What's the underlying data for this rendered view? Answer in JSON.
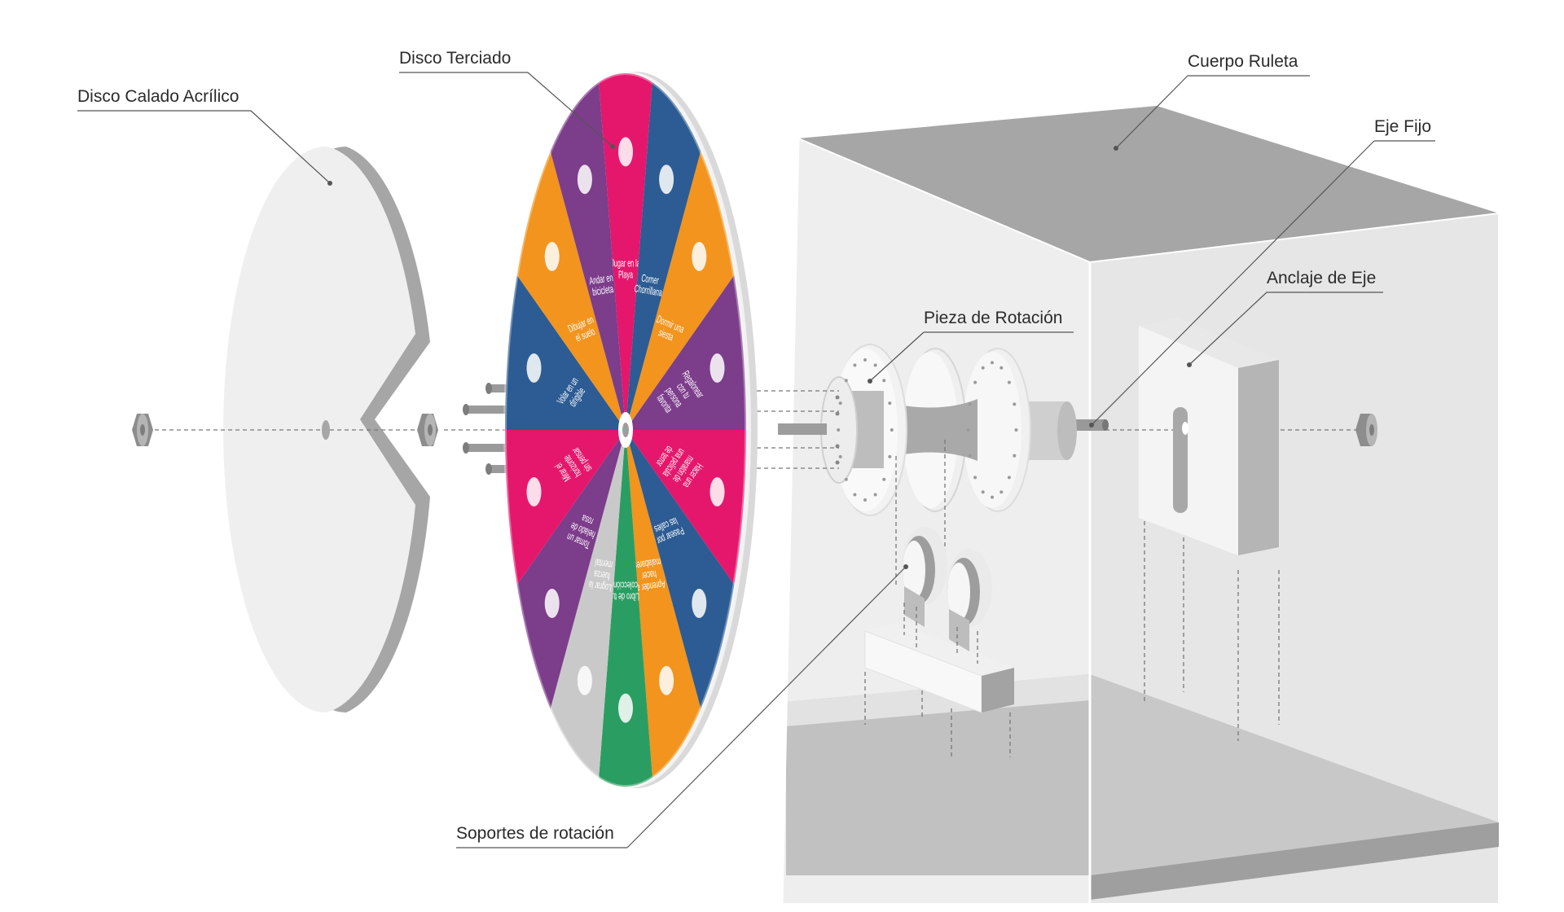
{
  "labels": {
    "disco_calado": "Disco Calado Acrílico",
    "disco_terciado": "Disco Terciado",
    "cuerpo_ruleta": "Cuerpo Ruleta",
    "eje_fijo": "Eje Fijo",
    "anclaje_eje": "Anclaje de Eje",
    "pieza_rotacion": "Pieza de Rotación",
    "soportes_rotacion": "Soportes de rotación"
  },
  "wheel": {
    "segments": [
      {
        "text": "Jugar en la Playa",
        "color": "#e5176c"
      },
      {
        "text": "Comer Chorrillana",
        "color": "#2c5c93"
      },
      {
        "text": "Dormir una siesta",
        "color": "#f2941d"
      },
      {
        "text": "Regalonear con tu persona favorita",
        "color": "#7c3d8b"
      },
      {
        "text": "Hacer una maratón de una película de terror",
        "color": "#e5176c"
      },
      {
        "text": "Pasear por las calles",
        "color": "#2c5c93"
      },
      {
        "text": "Aprender a hacer malabares",
        "color": "#f2941d"
      },
      {
        "text": "Libro de tu colección",
        "color": "#2a9e62"
      },
      {
        "text": "Lograr la fuerza mental",
        "color": "#c9c9c9"
      },
      {
        "text": "Tomar un helado de rosa",
        "color": "#7c3d8b"
      },
      {
        "text": "Mirar el horizonte sin pensar",
        "color": "#e5176c"
      },
      {
        "text": "Volar en un dirigible",
        "color": "#2c5c93"
      },
      {
        "text": "Dibujar en el suelo",
        "color": "#f2941d"
      },
      {
        "text": "Andar en bicicleta",
        "color": "#7c3d8b"
      }
    ]
  },
  "colors": {
    "light_gray": "#ececec",
    "mid_gray": "#c8c8c8",
    "dark_gray": "#a6a6a6",
    "line": "#555555"
  }
}
